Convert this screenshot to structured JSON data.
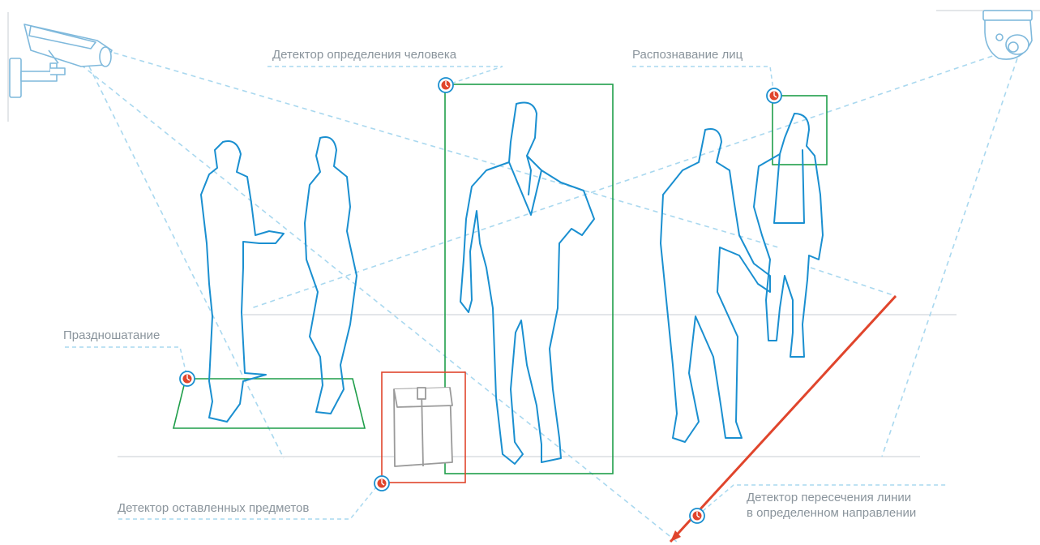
{
  "labels": {
    "person_detector": "Детектор определения человека",
    "face_recognition": "Распознавание лиц",
    "loitering": "Праздношатание",
    "abandoned_objects": "Детектор оставленных предметов",
    "line_crossing_line1": "Детектор пересечения линии",
    "line_crossing_line2": "в определенном направлении"
  },
  "icons": {
    "bullet_camera": "bullet-camera-icon",
    "dome_camera": "dome-camera-icon",
    "marker": "alert-marker-icon",
    "suitcase": "suitcase-icon"
  },
  "colors": {
    "outline": "#1a8fd0",
    "dash": "#a9d8ef",
    "zone_green": "#1f9e4a",
    "zone_red": "#e0452c",
    "label": "#8a949c",
    "floor": "#e3e6e9",
    "camera": "#7fb9dc"
  }
}
